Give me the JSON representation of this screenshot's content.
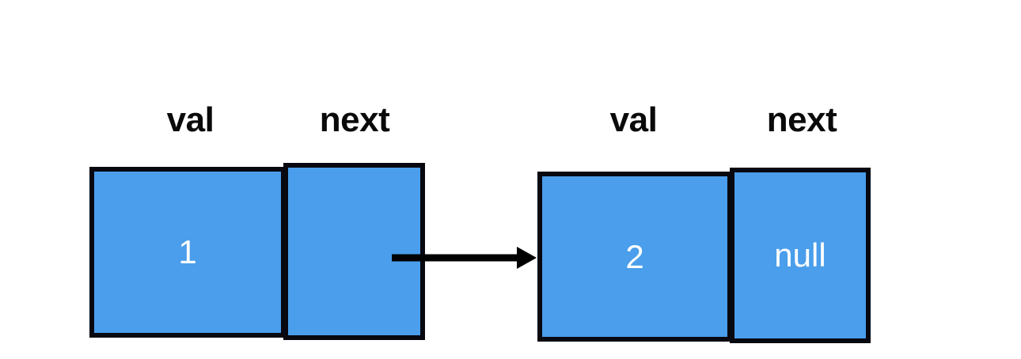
{
  "diagram": {
    "type": "linked-list",
    "background_color": "#ffffff",
    "node_fill_color": "#4a9eeb",
    "node_border_color": "#080810",
    "value_text_color": "#ffffff",
    "label_text_color": "#0a0a0a",
    "arrow_color": "#000000",
    "nodes": [
      {
        "id": "node-1",
        "labels": {
          "val": "val",
          "next": "next"
        },
        "val": "1",
        "next": ""
      },
      {
        "id": "node-2",
        "labels": {
          "val": "val",
          "next": "next"
        },
        "val": "2",
        "next": "null"
      }
    ],
    "arrow": {
      "name": "next-pointer-arrow",
      "from": "node-1.next",
      "to": "node-2"
    }
  }
}
